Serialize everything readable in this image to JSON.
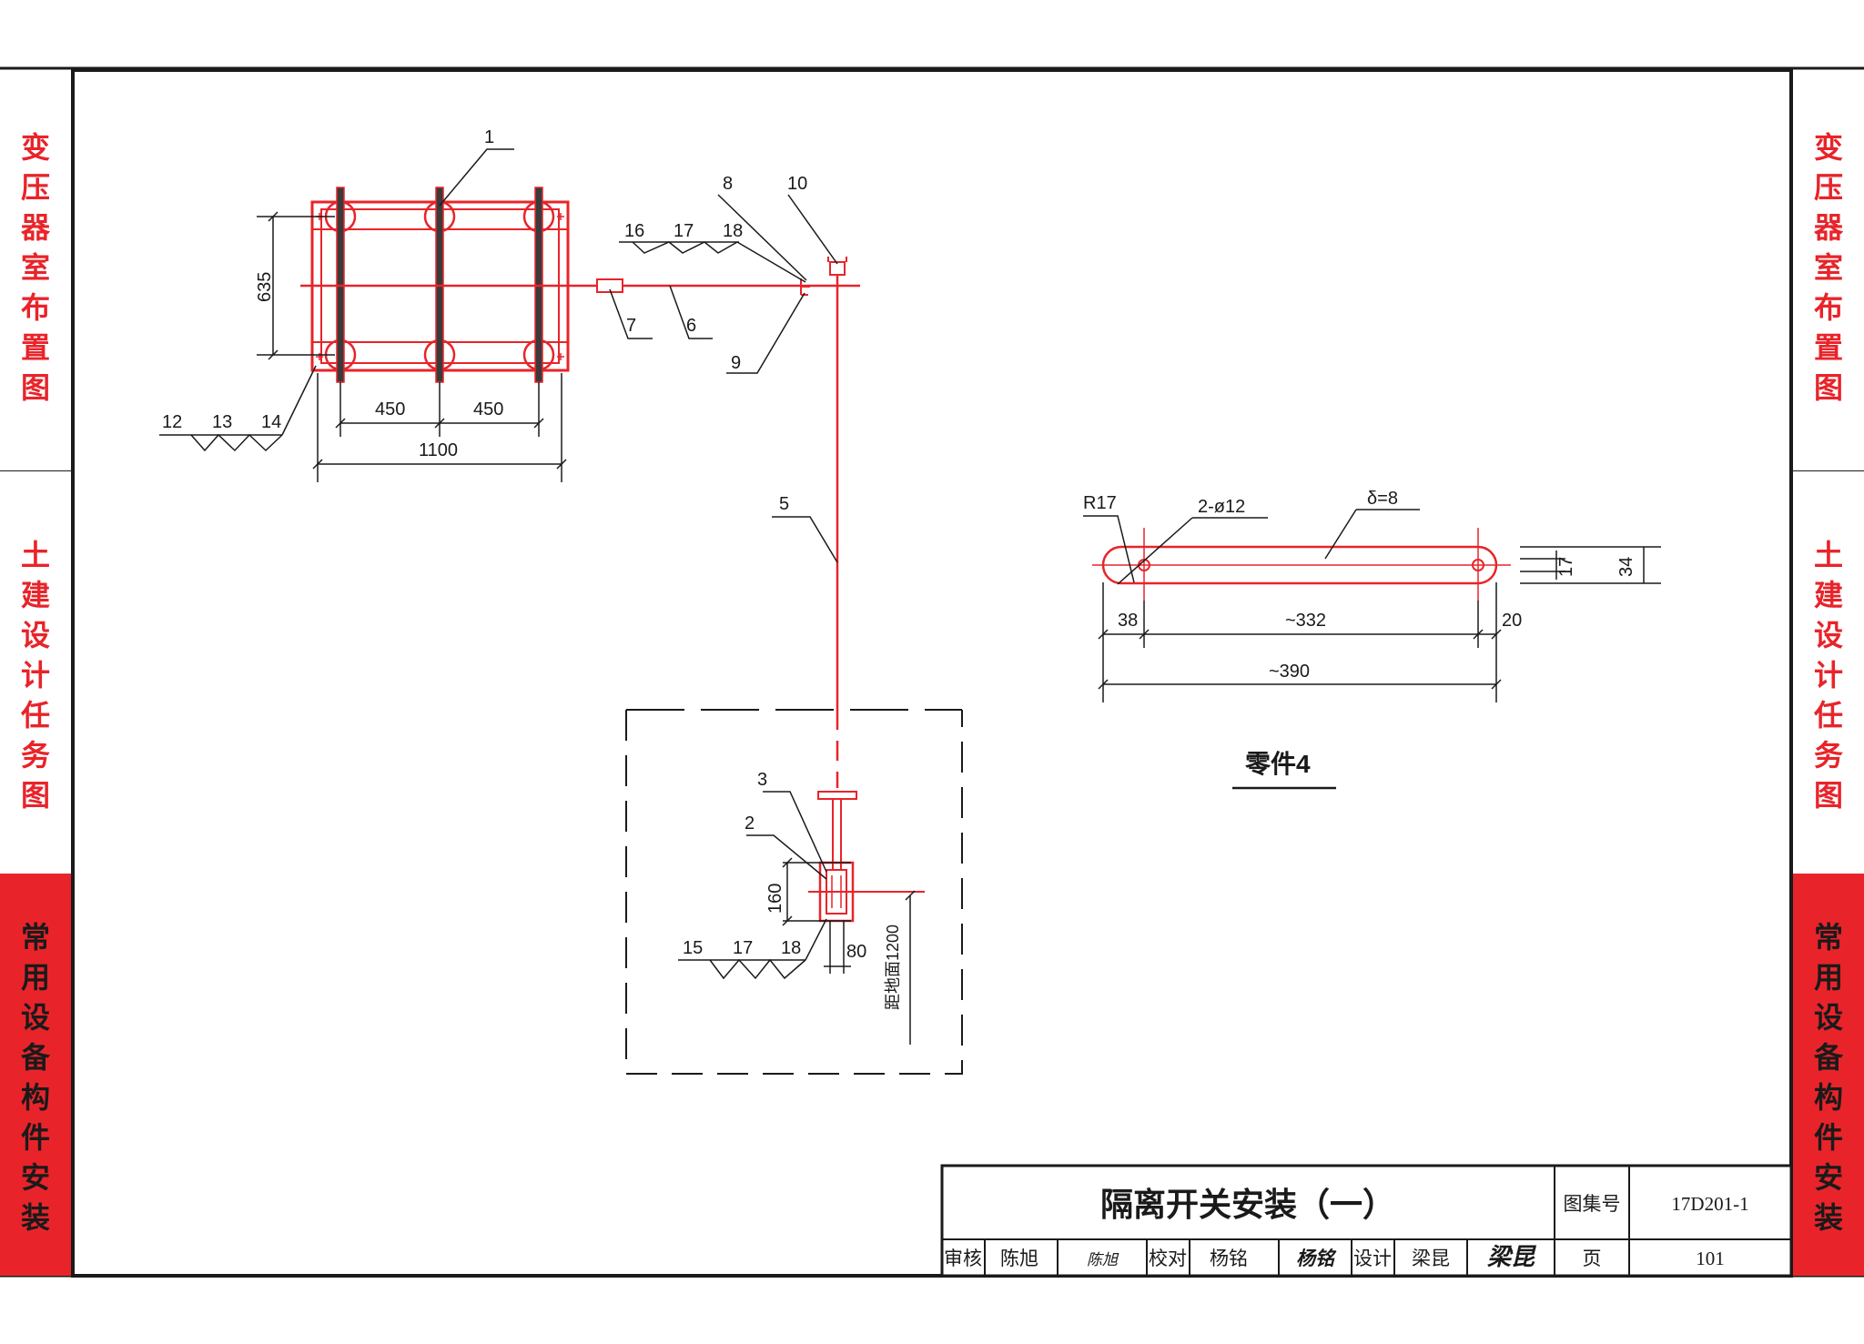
{
  "side_tabs": {
    "left": [
      {
        "label": "变压器室布置图",
        "style": "red-text"
      },
      {
        "label": "土建设计任务图",
        "style": "red-text"
      },
      {
        "label": "常用设备构件安装",
        "style": "active"
      }
    ],
    "right": [
      {
        "label": "变压器室布置图",
        "style": "red-text"
      },
      {
        "label": "土建设计任务图",
        "style": "red-text"
      },
      {
        "label": "常用设备构件安装",
        "style": "active"
      }
    ]
  },
  "plan_view": {
    "dims": {
      "height": "635",
      "span_left": "450",
      "span_right": "450",
      "total": "1100"
    },
    "callouts": {
      "c1": "1",
      "c7": "7",
      "c6": "6",
      "c8": "8",
      "c10": "10",
      "c9": "9",
      "c16": "16",
      "c17": "17",
      "c18": "18",
      "c12": "12",
      "c13": "13",
      "c14": "14",
      "c5": "5"
    }
  },
  "handle_view": {
    "callouts": {
      "c3": "3",
      "c2": "2",
      "c15": "15",
      "c17": "17",
      "c18": "18"
    },
    "dims": {
      "h160": "160",
      "w80": "80",
      "floor_height": "距地面1200"
    }
  },
  "part4": {
    "title": "零件4",
    "labels": {
      "radius": "R17",
      "holes": "2-ø12",
      "thickness": "δ=8"
    },
    "dims": {
      "left": "38",
      "middle": "~332",
      "right": "20",
      "total": "~390",
      "inner": "17",
      "outer": "34"
    }
  },
  "title_block": {
    "title": "隔离开关安装（一）",
    "atlas_label": "图集号",
    "atlas_no": "17D201-1",
    "review_label": "审核",
    "reviewer": "陈旭",
    "reviewer_sign": "陈旭",
    "check_label": "校对",
    "checker": "杨铭",
    "checker_sign": "杨铭",
    "design_label": "设计",
    "designer": "梁昆",
    "designer_sign": "梁昆",
    "page_label": "页",
    "page_no": "101"
  },
  "colors": {
    "red": "#e8242a",
    "black": "#1a1a1a"
  }
}
